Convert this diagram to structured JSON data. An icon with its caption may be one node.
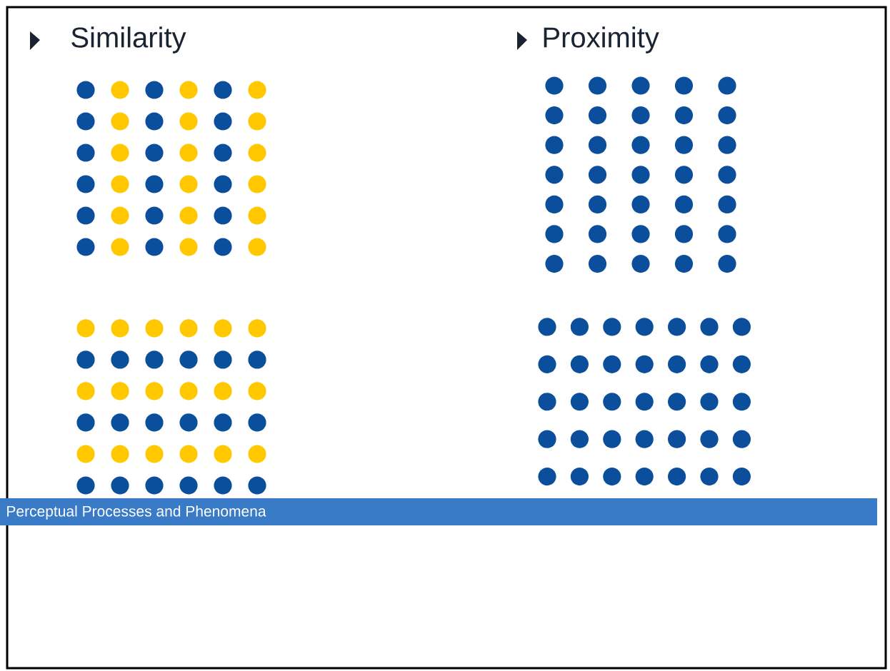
{
  "diagram": {
    "labels": [
      "Similarity",
      "Proximity",
      "Perceptual Processes and Phenomena"
    ]
  }
}
